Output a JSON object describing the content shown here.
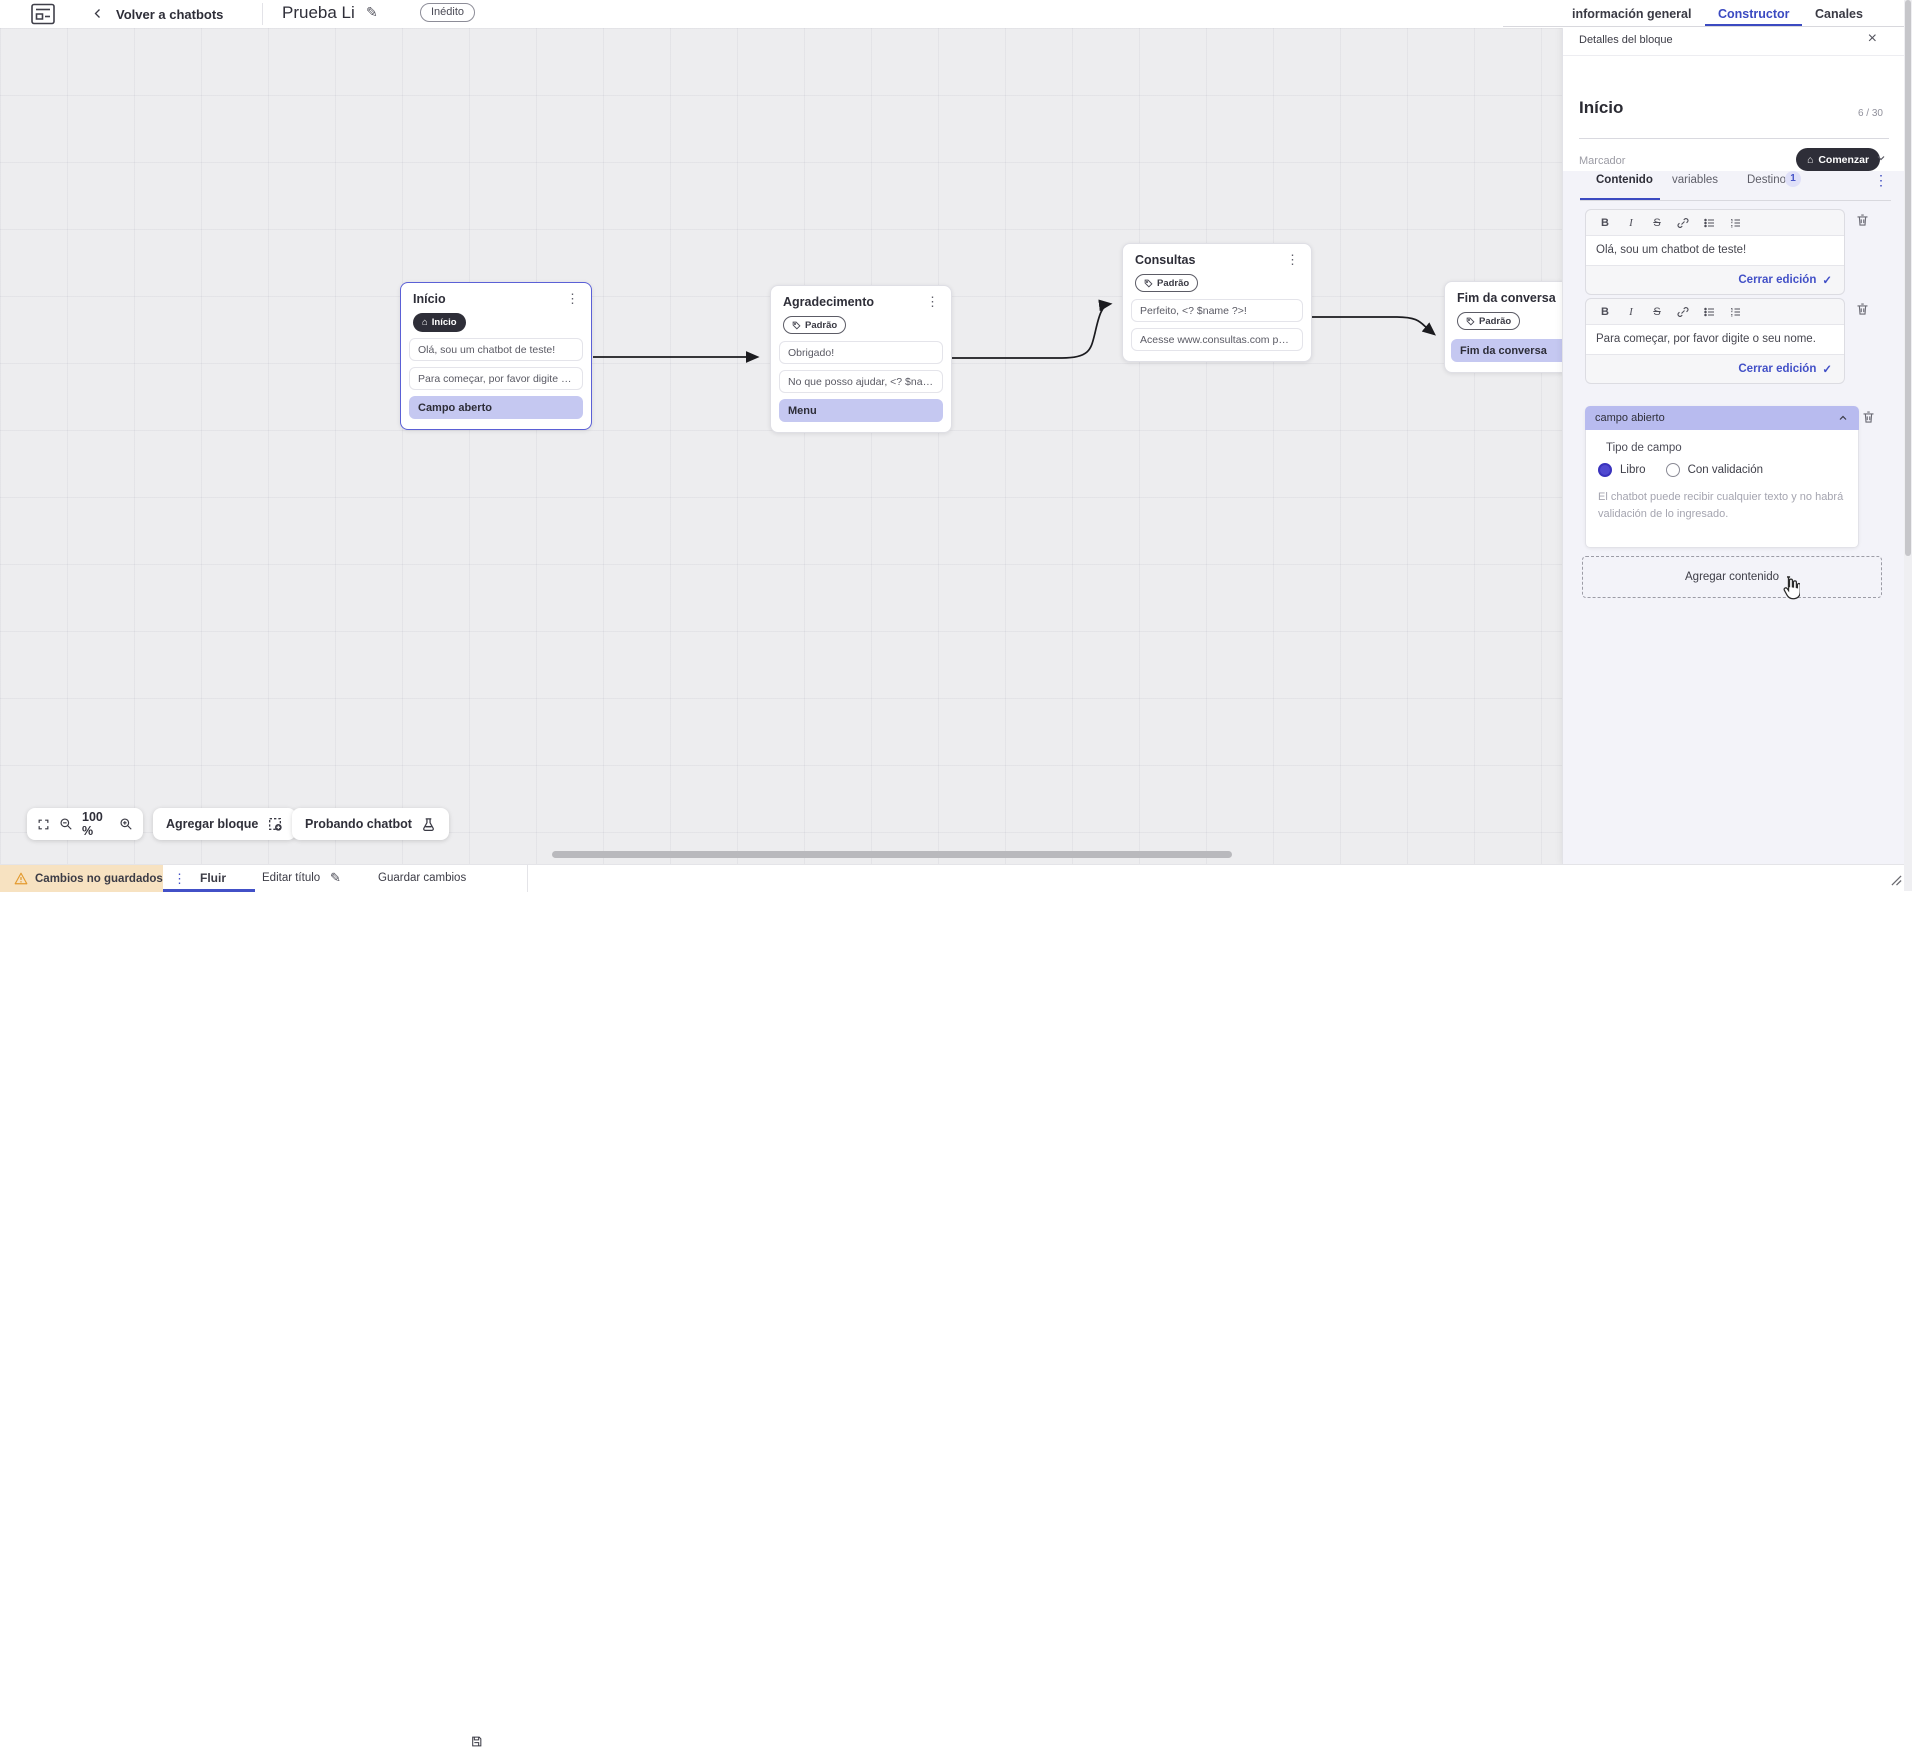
{
  "header": {
    "back": "Volver a chatbots",
    "title": "Prueba Li",
    "status": "Inédito",
    "tabs": [
      "información general",
      "Constructor",
      "Canales"
    ]
  },
  "canvas": {
    "zoom": "100 %",
    "add_block": "Agregar bloque",
    "test_chatbot": "Probando chatbot",
    "nodes": [
      {
        "title": "Início",
        "badge": "Início",
        "rows": [
          "Olá, sou um chatbot de teste!",
          "Para começar, por favor digite o ...",
          "Campo aberto"
        ]
      },
      {
        "title": "Agradecimento",
        "badge": "Padrão",
        "rows": [
          "Obrigado!",
          "No que posso ajudar, <? $name ...",
          "Menu"
        ]
      },
      {
        "title": "Consultas",
        "badge": "Padrão",
        "rows": [
          "Perfeito, <? $name ?>!",
          "Acesse www.consultas.com par..."
        ]
      },
      {
        "title": "Fim da conversa",
        "badge": "Padrão",
        "rows": [
          "Fim da conversa"
        ]
      }
    ]
  },
  "panel": {
    "title": "Detalles del bloque",
    "block_name": "Início",
    "counter": "6 / 30",
    "marker_label": "Marcador",
    "marker_button": "Comenzar",
    "tabs": {
      "contenido": "Contenido",
      "variables": "variables",
      "destino": "Destino",
      "destino_badge": "1"
    },
    "editors": [
      {
        "text": "Olá, sou um chatbot de teste!",
        "close": "Cerrar edición"
      },
      {
        "text": "Para começar, por favor digite o seu nome.",
        "close": "Cerrar edición"
      }
    ],
    "open_field": {
      "header": "campo abierto",
      "type_label": "Tipo de campo",
      "option_free": "Libro",
      "option_validated": "Con validación",
      "description": "El chatbot puede recibir cualquier texto y no habrá validación de lo ingresado."
    },
    "add_content": "Agregar contenido"
  },
  "footer": {
    "unsaved": "Cambios no guardados",
    "flow_tab": "Fluir",
    "edit_title": "Editar título",
    "save": "Guardar cambios"
  },
  "icons": {
    "kebab": "⋮",
    "close": "×",
    "check": "✓",
    "bold": "B",
    "italic": "I",
    "strike": "S",
    "home": "⌂",
    "pencil": "✎"
  },
  "colors": {
    "accent": "#3b4ac1",
    "link": "#4250c7",
    "highlight_row": "#c5c8f1",
    "field_header": "#b8bbef",
    "dark_badge": "#2e2e38",
    "warning_bg": "#f7e2c1",
    "canvas_bg": "#ededef",
    "selected_border": "#5b60d6"
  }
}
